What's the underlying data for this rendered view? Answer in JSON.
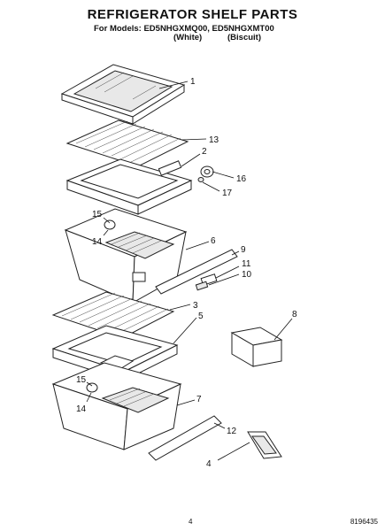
{
  "header": {
    "title": "REFRIGERATOR SHELF PARTS",
    "models_line": "For Models: ED5NHGXMQ00, ED5NHGXMT00",
    "variant_white": "(White)",
    "variant_biscuit": "(Biscuit)"
  },
  "callouts": {
    "c1": "1",
    "c13": "13",
    "c2": "2",
    "c16": "16",
    "c17": "17",
    "c15a": "15",
    "c14a": "14",
    "c6": "6",
    "c9": "9",
    "c11": "11",
    "c10": "10",
    "c3": "3",
    "c5": "5",
    "c8": "8",
    "c15b": "15",
    "c14b": "14",
    "c7": "7",
    "c12": "12",
    "c4": "4"
  },
  "footer": {
    "page_number": "4",
    "doc_number": "8196435"
  }
}
